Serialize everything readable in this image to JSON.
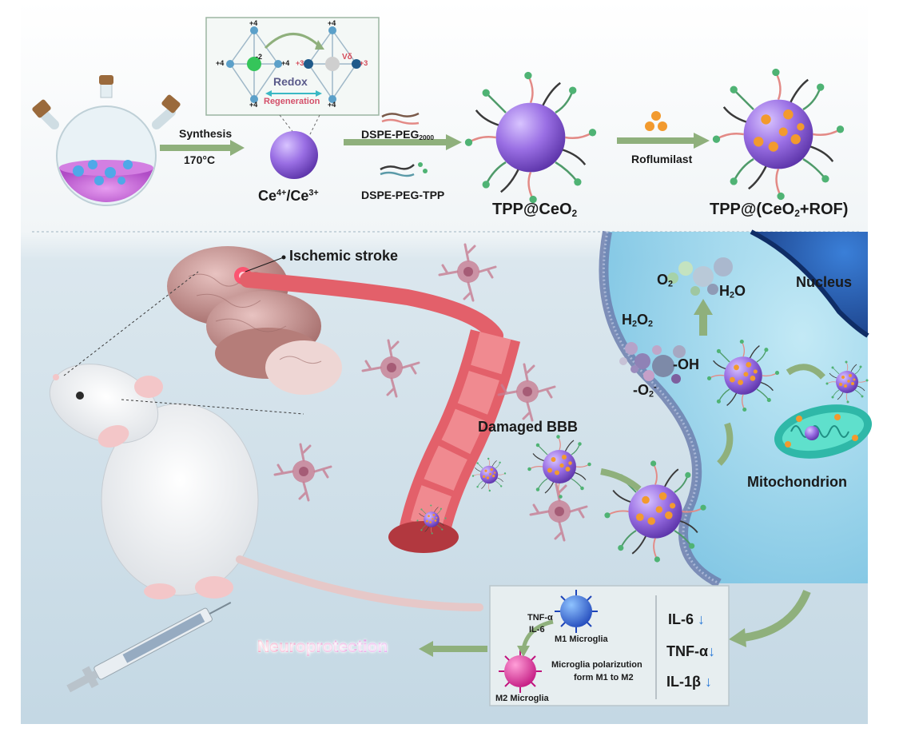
{
  "colors": {
    "background_top": "#ffffff",
    "background_bottom": "#c9dde8",
    "arrow_green": "#8fb07c",
    "vessel": "#e3606a",
    "nanoparticle_core": "#8a5fd6",
    "membrane": "#6d7fae",
    "neuroprotection_start": "#e8195c",
    "neuroprotection_end": "#c21fd6",
    "down_arrow": "#2a7ad8"
  },
  "top": {
    "inset": {
      "redox": "Redox",
      "regeneration": "Regeneration",
      "v_label": "Vδ",
      "charge_plus4": "+4",
      "charge_plus3": "+3",
      "charge_minus2": "-2"
    },
    "synthesis": "Synthesis",
    "temperature": "170°C",
    "ce_main": "Ce",
    "ce_sup1": "4+",
    "ce_mid": "/Ce",
    "ce_sup2": "3+",
    "peg_main": "DSPE-PEG",
    "peg_sub": "2000",
    "peg_tpp": "DSPE-PEG-TPP",
    "tpp_ceo2_main": "TPP@CeO",
    "tpp_ceo2_sub": "2",
    "roflumilast": "Roflumilast",
    "final_main": "TPP@(CeO",
    "final_sub": "2",
    "final_tail": "+ROF)"
  },
  "bottom": {
    "ischemic": "Ischemic stroke",
    "nucleus": "Nucleus",
    "o2": "O",
    "o2_sub": "2",
    "h2o_main": "H",
    "h2o_sub": "2",
    "h2o_tail": "O",
    "h2o2_h": "H",
    "h2o2_sub1": "2",
    "h2o2_o": "O",
    "h2o2_sub2": "2",
    "oh": "-OH",
    "o2minus_main": "-O",
    "o2minus_sub": "2",
    "o2minus_sup": "-",
    "damaged_bbb": "Damaged BBB",
    "mitochondrion": "Mitochondrion",
    "neuroprotection": "Neuroprotection",
    "inflammation": {
      "tnf": "TNF-α",
      "il6": "IL-6",
      "m1": "M1 Microglia",
      "m2": "M2 Microglia",
      "polar_line1": "Microglia polarizution",
      "polar_line2": "form M1 to M2",
      "cyto_il6": "IL-6",
      "cyto_tnf": "TNF-α",
      "cyto_il1b": "IL-1β",
      "down_glyph": "↓"
    }
  }
}
